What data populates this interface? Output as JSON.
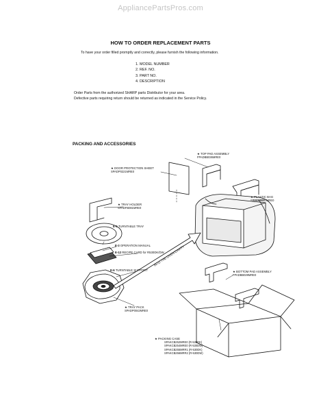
{
  "watermark": "AppliancePartsPros.com",
  "header": {
    "title": "HOW TO ORDER REPLACEMENT PARTS",
    "intro": "To have your order filled promptly and correctly, please furnish the following information."
  },
  "order_info": [
    "1. MODEL NUMBER",
    "2. REF. NO.",
    "3. PART NO.",
    "4. DESCRIPTION"
  ],
  "notes": [
    "Order Parts from the authorized SHARP parts Distributor for your area.",
    "Defective parts requiring return should be returned as indicated in the Service Policy."
  ],
  "section_title": "PACKING AND ACCESSORIES",
  "parts": {
    "top_pad": {
      "name": "★ TOP PAD ASSEMBLY",
      "part_no": "FPADBB036MRE0"
    },
    "door_sheet": {
      "name": "★ DOOR PROTECTION SHEET",
      "part_no": "SPADP0221MRE0"
    },
    "plastic_bag": {
      "name": "★ PLASTIC BAG",
      "part_no": "SSAKH0007MRE0"
    },
    "tray_holder": {
      "name": "★ TRAY HOLDER",
      "part_no": "SPADFB081MRE0"
    },
    "turntable_tray": {
      "ref": "E-5",
      "name": "TURNTABLE TRAY"
    },
    "operation_manual": {
      "ref": "E-3",
      "name": "OPERATION MANUAL"
    },
    "recipe_card": {
      "ref": "E-12",
      "name": "RECIPE CARD for R530DK/DW"
    },
    "turntable_support": {
      "ref": "E-6",
      "name": "TURNTABLE SUPPORT"
    },
    "bottom_pad": {
      "name": "★ BOTTOM PAD ASSEMBLY",
      "part_no": "FPADBB029MRE0"
    },
    "tray_pack": {
      "name": "★ TRAY PACK",
      "part_no": "SPADP0042MRE0"
    },
    "packing_case": {
      "name": "★ PACKING CASE",
      "part_nos": [
        "SPAKCB252MRE0 (R-530DK)",
        "SPAKCB254MRE0 (R-530DW)",
        "SPAKCB255MRR1 (R-530DK)",
        "SPAKCB256MRR2 (R-530DW)"
      ]
    },
    "arrow_text": "INTO THE OVEN CAVITY"
  }
}
